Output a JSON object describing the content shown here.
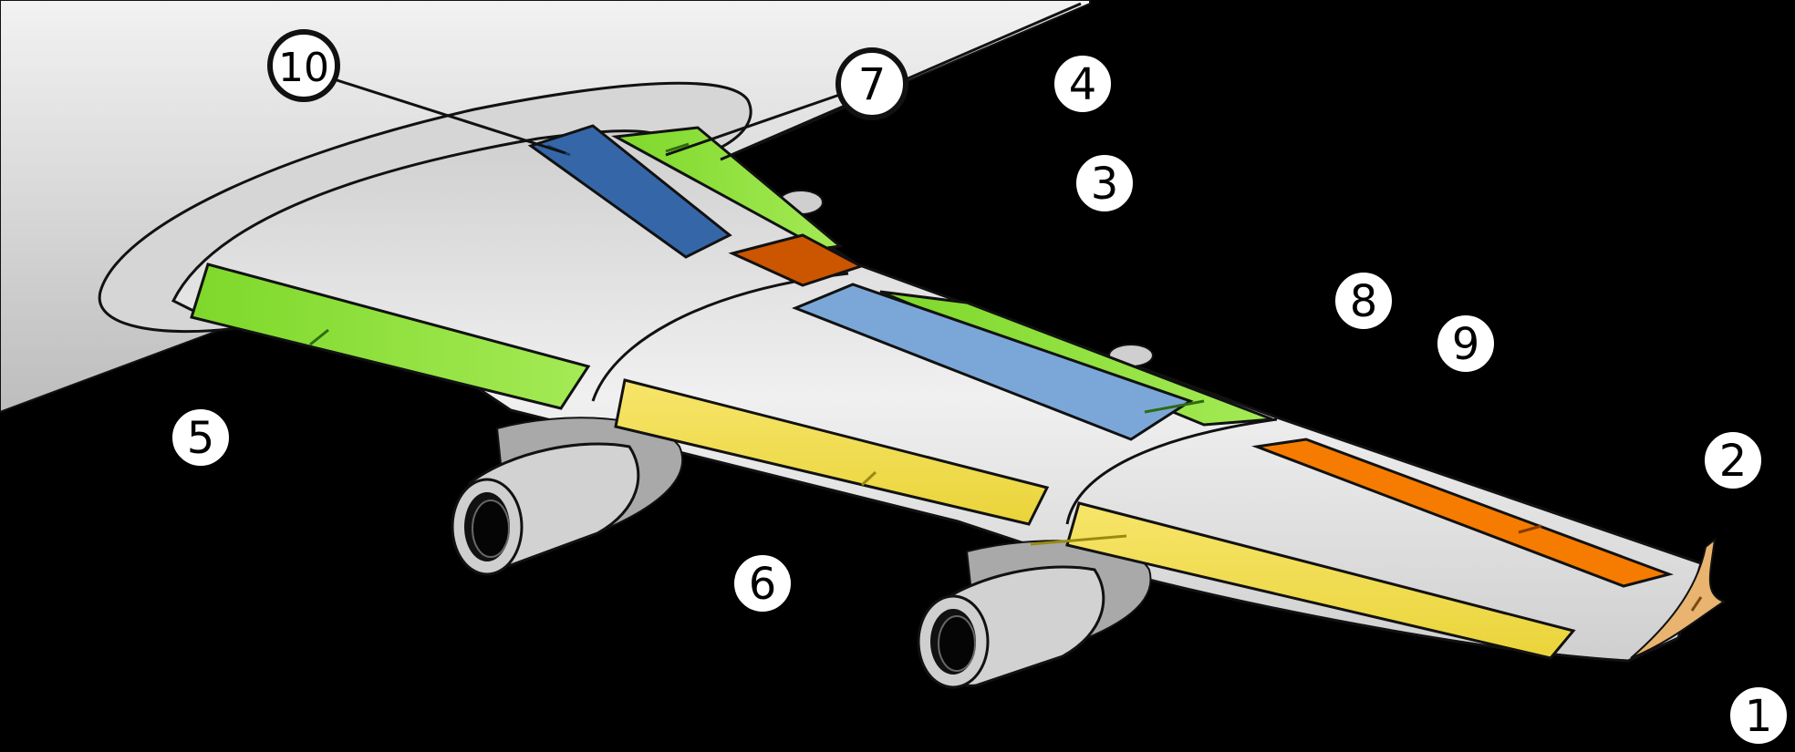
{
  "diagram": {
    "colors": {
      "background": "#000000",
      "fuselage": "#e6e6e6",
      "wing": "#d9d9d9",
      "outline": "#111111",
      "winglet": "#e8b46f",
      "aileron_outboard": "#f57c00",
      "aileron_inboard": "#cc5500",
      "flap_yellow": "#f2e04a",
      "flap_green": "#7ecf2a",
      "spoiler_light_blue": "#7ba7d8",
      "spoiler_dark_blue": "#3567a8",
      "engine": "#cfcfcf"
    },
    "callouts": [
      {
        "id": "1",
        "label": "1"
      },
      {
        "id": "2",
        "label": "2"
      },
      {
        "id": "3",
        "label": "3"
      },
      {
        "id": "4",
        "label": "4"
      },
      {
        "id": "5",
        "label": "5"
      },
      {
        "id": "6",
        "label": "6"
      },
      {
        "id": "7",
        "label": "7"
      },
      {
        "id": "8",
        "label": "8"
      },
      {
        "id": "9",
        "label": "9"
      },
      {
        "id": "10",
        "label": "10"
      }
    ]
  }
}
